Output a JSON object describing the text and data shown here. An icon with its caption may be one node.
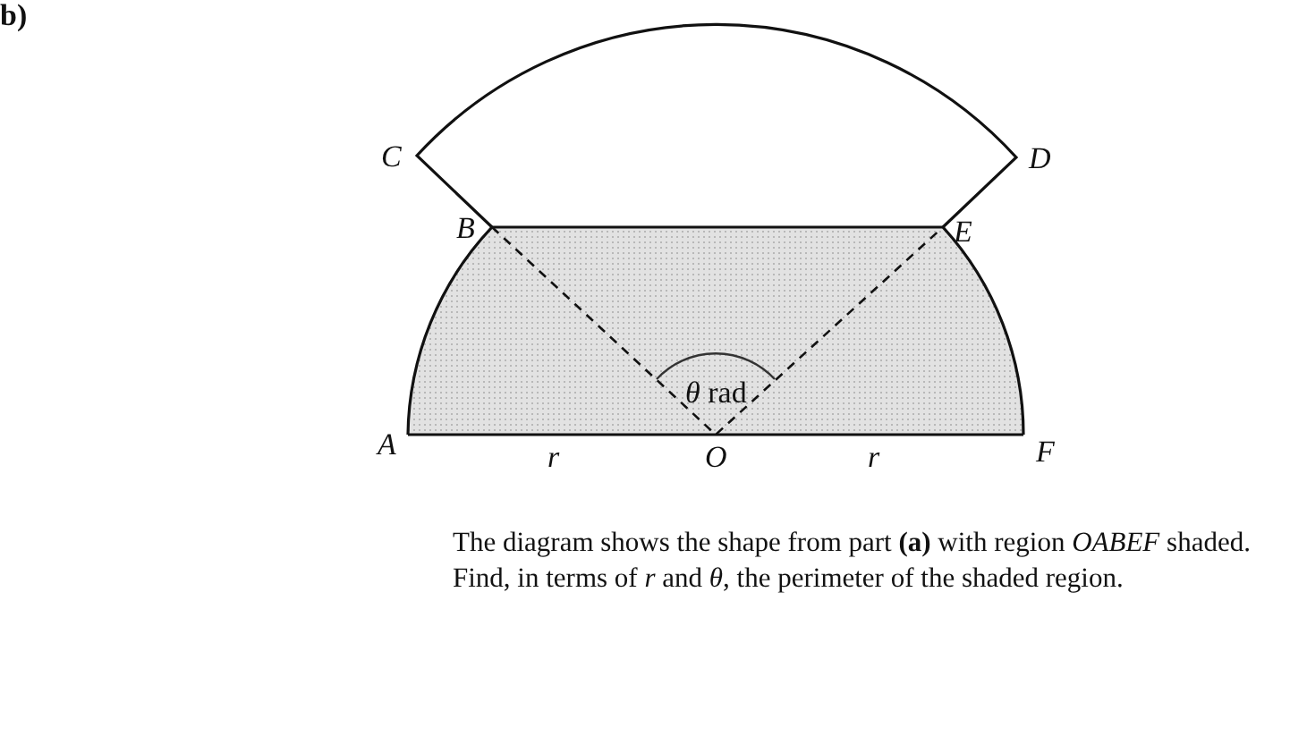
{
  "diagram": {
    "labels": [
      "b)",
      "C",
      "D",
      "B",
      "E",
      "*θ* rad",
      "A",
      "r",
      "O",
      "r",
      "F"
    ],
    "caption": "The diagram shows the shape from part **(a)** with region *OABEF* shaded. Find, in terms of *r* and *θ*, the perimeter of the shaded region."
  }
}
